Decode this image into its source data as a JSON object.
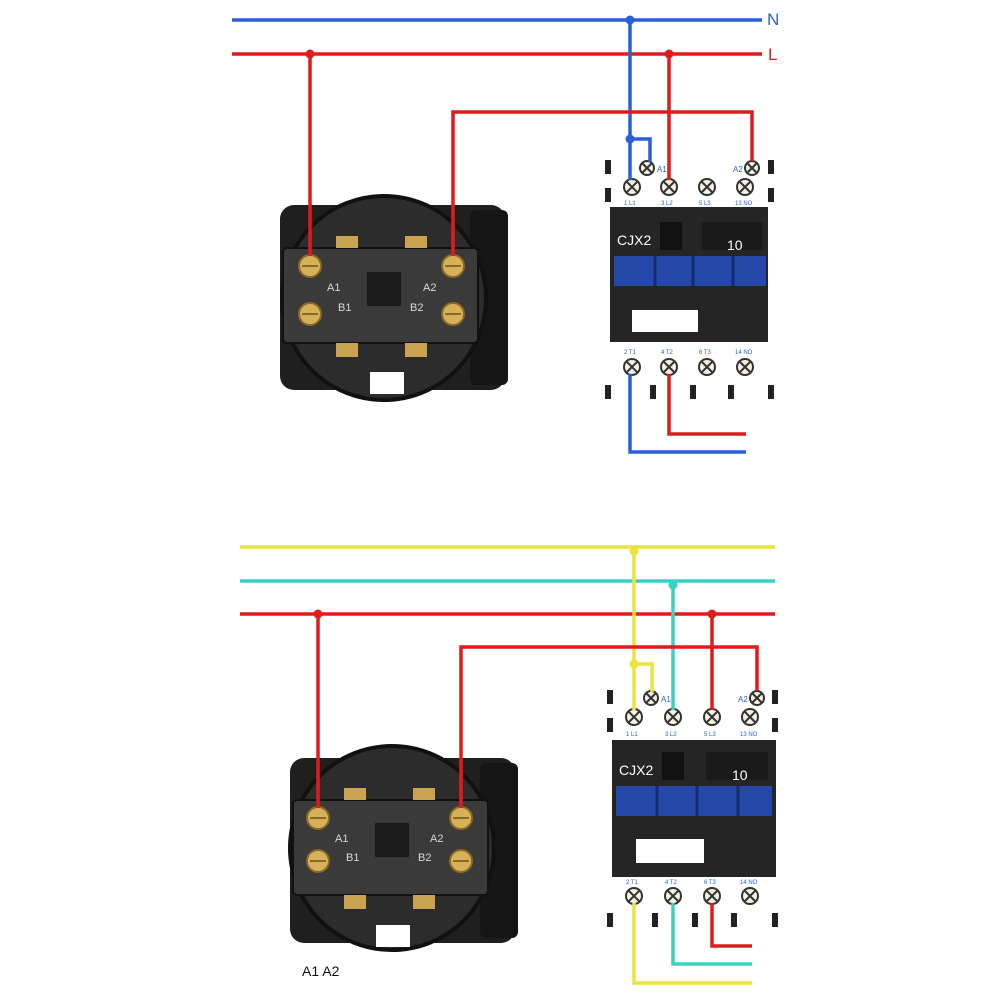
{
  "colors": {
    "neutral": "#2a5fd6",
    "live": "#e11b1b",
    "phase_yellow": "#ece43a",
    "phase_cyan": "#38d1c2",
    "body_black": "#252525",
    "coil_blue": "#2348a8",
    "brass": "#d7b15a",
    "terminal_label": "#2a5fd6"
  },
  "diagram_single_phase": {
    "line_labels": {
      "neutral": "N",
      "live": "L"
    },
    "contactor": {
      "model": "CJX2",
      "rating": "10",
      "coil_terminals": [
        "A1",
        "A2"
      ],
      "top_terminals": [
        "1 L1",
        "3 L2",
        "5 L3",
        "13 NO"
      ],
      "bottom_terminals": [
        "2 T1",
        "4 T2",
        "6 T3",
        "14 NO"
      ]
    },
    "switch": {
      "terminals": [
        "A1",
        "A2",
        "B1",
        "B2"
      ]
    }
  },
  "diagram_three_phase": {
    "contactor": {
      "model": "CJX2",
      "rating": "10",
      "coil_terminals": [
        "A1",
        "A2"
      ],
      "top_terminals": [
        "1 L1",
        "3 L2",
        "5 L3",
        "13 NO"
      ],
      "bottom_terminals": [
        "2 T1",
        "4 T2",
        "6 T3",
        "14 NO"
      ]
    },
    "switch": {
      "terminals": [
        "A1",
        "A2",
        "B1",
        "B2"
      ]
    },
    "caption": "A1 A2"
  }
}
